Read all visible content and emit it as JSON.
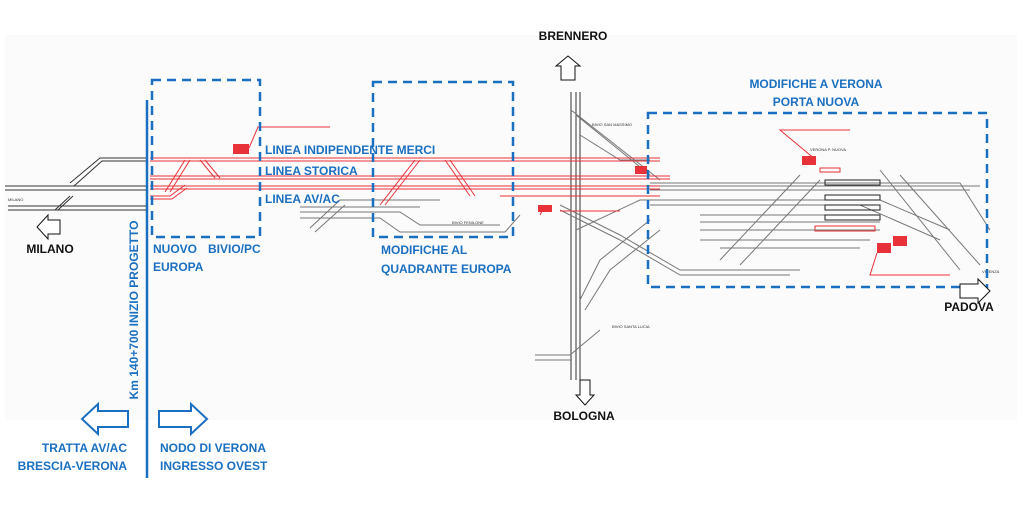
{
  "colors": {
    "accent_blue": "#1a6fc0",
    "project_red": "#e8323a",
    "track_gray": "#333333"
  },
  "directions": {
    "brennero": "BRENNERO",
    "bologna": "BOLOGNA",
    "milano": "MILANO",
    "padova": "PADOVA"
  },
  "lines": {
    "merci": "LINEA INDIPENDENTE MERCI",
    "storica": "LINEA STORICA",
    "avac": "LINEA AV/AC"
  },
  "areas": {
    "bivio_europa_1": "NUOVO",
    "bivio_europa_2": "BIVIO/PC",
    "bivio_europa_3": "EUROPA",
    "quadrante_1": "MODIFICHE AL",
    "quadrante_2": "QUADRANTE EUROPA",
    "verona_1": "MODIFICHE A VERONA",
    "verona_2": "PORTA NUOVA"
  },
  "project_start": "Km 140+700 INIZIO PROGETTO",
  "left_section": {
    "line1": "TRATTA AV/AC",
    "line2": "BRESCIA-VERONA"
  },
  "right_section": {
    "line1": "NODO DI VERONA",
    "line2": "INGRESSO OVEST"
  },
  "small_labels": {
    "milano": "MILANO",
    "san_massimo": "BIVIO SAN MASSIMO",
    "fenilone": "BIVIO FENILONE",
    "santa_lucia": "BIVIO SANTA LUCIA",
    "verona_pn": "VERONA P. NUOVA",
    "vicenza": "VICENZA"
  }
}
